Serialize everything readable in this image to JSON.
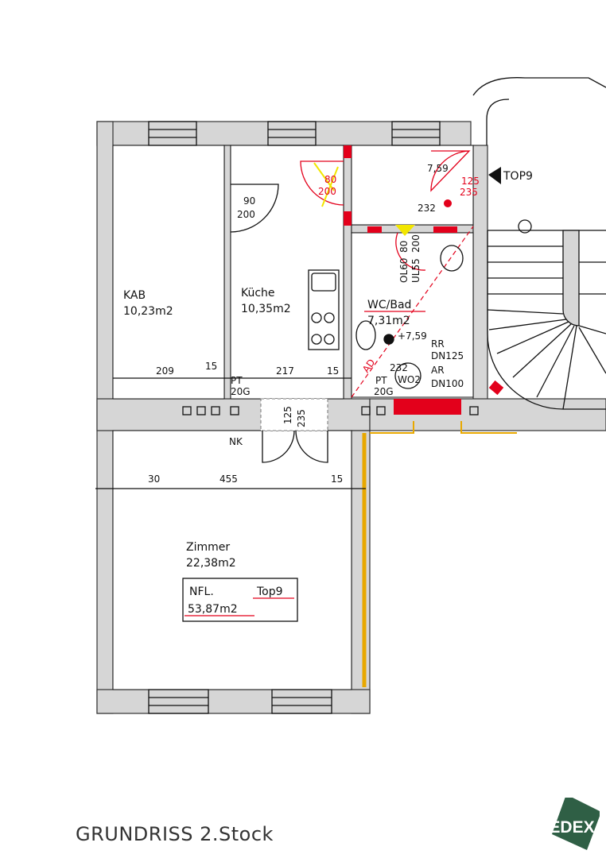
{
  "title": "GRUNDRISS  2.Stock",
  "logo": "EDEX",
  "colors": {
    "wall": "#d6d6d6",
    "accent_red": "#e3001b",
    "yellow": "#f2e600",
    "logo_green": "#2f5f45"
  },
  "rooms": {
    "kab": {
      "name": "KAB",
      "area": "10,23m2"
    },
    "kueche": {
      "name": "Küche",
      "area": "10,35m2"
    },
    "wc": {
      "name": "WC/Bad",
      "area": "7,31m2"
    },
    "zimmer": {
      "name": "Zimmer",
      "area": "22,38m2"
    },
    "nk": {
      "name": "NK"
    }
  },
  "nfl": {
    "label": "NFL.",
    "top": "Top9",
    "value": "53,87m2"
  },
  "entrance": "TOP9",
  "dims": {
    "d209": "209",
    "d15a": "15",
    "d217": "217",
    "d15b": "15",
    "d30": "30",
    "d455": "455",
    "d15c": "15",
    "door_kab_w": "90",
    "door_kab_h": "200",
    "door_nk_w": "125",
    "door_nk_h": "235",
    "door_red_w": "80",
    "door_red_h": "200",
    "door_entry_w": "125",
    "door_entry_h": "235",
    "h232a": "232",
    "h232b": "232",
    "lvl759a": "7,59",
    "lvl759b": "+7,59",
    "pt1": "PT",
    "pt1b": "20G",
    "pt2": "PT",
    "pt2b": "20G",
    "wc_w": "80",
    "wc_h": "200",
    "ol": "OL60",
    "ul": "UL55",
    "wo2": "WO2",
    "rr": "RR",
    "rr_dn": "DN125",
    "ar": "AR",
    "ar_dn": "DN100",
    "ad": "AD"
  }
}
